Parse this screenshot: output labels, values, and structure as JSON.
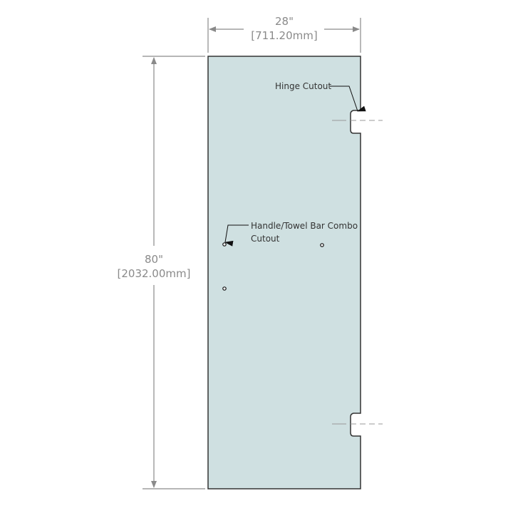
{
  "drawing": {
    "width_dim": {
      "imperial": "28\"",
      "metric": "[711.20mm]"
    },
    "height_dim": {
      "imperial": "80\"",
      "metric": "[2032.00mm]"
    },
    "notes": {
      "hinge": "Hinge Cutout",
      "handle_line1": "Handle/Towel Bar Combo",
      "handle_line2": "Cutout"
    },
    "colors": {
      "glass": "#cfe0e1",
      "outline": "#333333",
      "dimension": "#8a8a8a"
    }
  }
}
